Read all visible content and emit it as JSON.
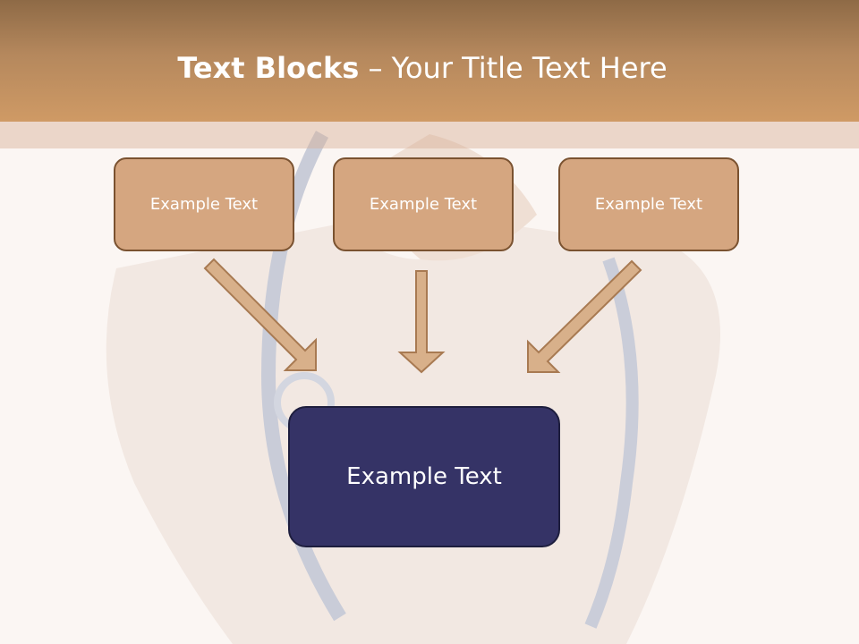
{
  "title": {
    "bold": "Text Blocks",
    "dash": " – ",
    "rest": "Your Title Text Here"
  },
  "boxes": [
    {
      "label": "Example Text"
    },
    {
      "label": "Example Text"
    },
    {
      "label": "Example Text"
    }
  ],
  "target": {
    "label": "Example Text"
  },
  "colors": {
    "header": "#c08a58",
    "box_fill": "#d5a680",
    "box_border": "#7a5230",
    "arrow_fill": "#d8b08a",
    "arrow_stroke": "#a87a52",
    "target_fill": "#353366"
  }
}
